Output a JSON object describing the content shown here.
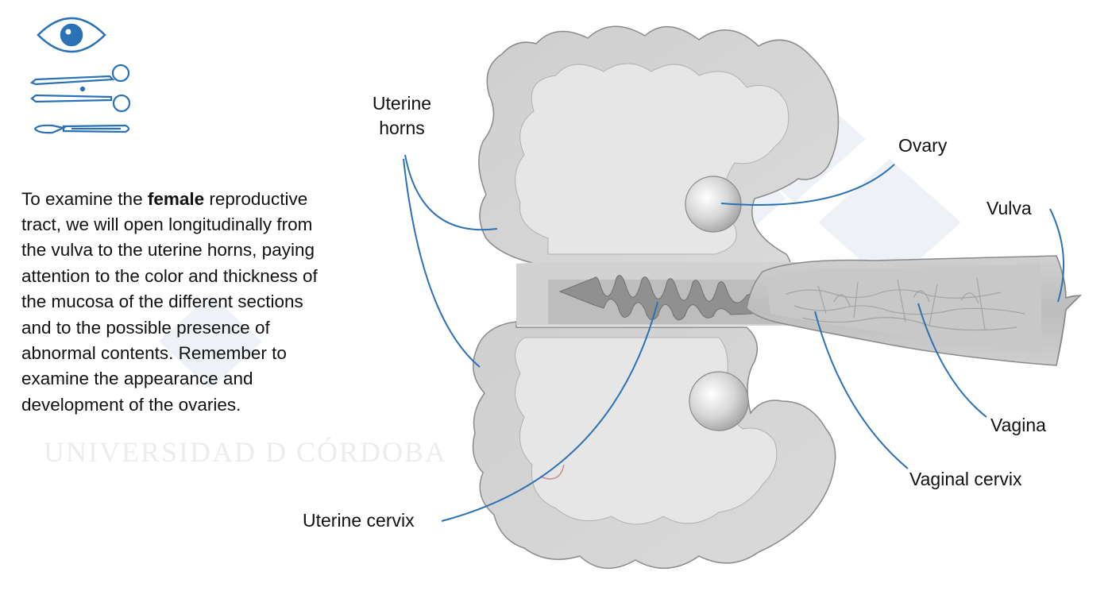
{
  "watermark": {
    "text": "UNIVERSIDAD D CÓRDOBA"
  },
  "description": {
    "before": "To examine the ",
    "bold": "female",
    "after": " reproductive tract, we will open longitudinally from the vulva to the uterine horns, paying attention to the color and thickness of the mucosa of the different sections and to the possible presence of abnormal contents. Remember to examine the appearance and development of the ovaries."
  },
  "labels": {
    "uterine_horns_1": "Uterine",
    "uterine_horns_2": "horns",
    "ovary": "Ovary",
    "vulva": "Vulva",
    "vagina": "Vagina",
    "vaginal_cervix": "Vaginal cervix",
    "uterine_cervix": "Uterine cervix"
  },
  "icons": [
    "eye-icon",
    "scissors-icon",
    "scalpel-icon"
  ],
  "colors": {
    "accent": "#2a72b5",
    "tissue": "#d4d4d4",
    "tissue_dark": "#8a8a8a"
  }
}
